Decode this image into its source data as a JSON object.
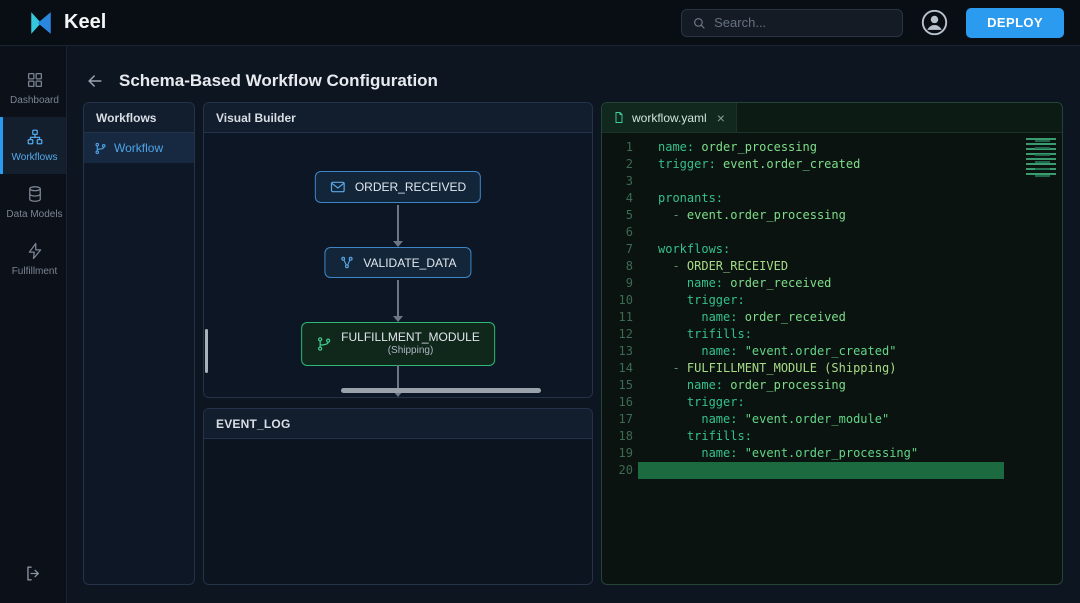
{
  "topbar": {
    "brand": "Keel",
    "search_placeholder": "Search...",
    "deploy_label": "DEPLOY"
  },
  "sidebar": {
    "items": [
      {
        "label": "Dashboard",
        "active": false
      },
      {
        "label": "Workflows",
        "active": true
      },
      {
        "label": "Data Models",
        "active": false
      },
      {
        "label": "Fulfillment",
        "active": false
      }
    ]
  },
  "page": {
    "title": "Schema-Based Workflow Configuration"
  },
  "workflows_panel": {
    "title": "Workflows",
    "items": [
      {
        "label": "Workflow"
      }
    ]
  },
  "builder": {
    "title": "Visual Builder",
    "nodes": [
      {
        "label": "ORDER_RECEIVED",
        "color": "blue",
        "icon": "mail-icon"
      },
      {
        "label": "VALIDATE_DATA",
        "color": "blue",
        "icon": "share-icon"
      },
      {
        "label": "FULFILLMENT_MODULE",
        "sublabel": "(Shipping)",
        "color": "green",
        "icon": "git-branch-icon"
      }
    ]
  },
  "event_log": {
    "title": "EVENT_LOG"
  },
  "editor": {
    "tab": "workflow.yaml",
    "close_label": "×",
    "lines": [
      {
        "n": 1,
        "tokens": [
          [
            "k",
            "name:"
          ],
          [
            "v",
            " order_processing"
          ]
        ]
      },
      {
        "n": 2,
        "tokens": [
          [
            "k",
            "trigger:"
          ],
          [
            "v",
            " event.order_created"
          ]
        ]
      },
      {
        "n": 3,
        "tokens": []
      },
      {
        "n": 4,
        "tokens": [
          [
            "k",
            "pronants:"
          ]
        ]
      },
      {
        "n": 5,
        "tokens": [
          [
            "d",
            "  - "
          ],
          [
            "v",
            "event.order_processing"
          ]
        ]
      },
      {
        "n": 6,
        "tokens": []
      },
      {
        "n": 7,
        "tokens": [
          [
            "k",
            "workflows:"
          ]
        ]
      },
      {
        "n": 8,
        "tokens": [
          [
            "d",
            "  - "
          ],
          [
            "c",
            "ORDER_RECEIVED"
          ]
        ]
      },
      {
        "n": 9,
        "tokens": [
          [
            "p",
            "    "
          ],
          [
            "k",
            "name:"
          ],
          [
            "v",
            " order_received"
          ]
        ]
      },
      {
        "n": 10,
        "tokens": [
          [
            "p",
            "    "
          ],
          [
            "k",
            "trigger:"
          ]
        ]
      },
      {
        "n": 11,
        "tokens": [
          [
            "p",
            "      "
          ],
          [
            "k",
            "name:"
          ],
          [
            "v",
            " order_received"
          ]
        ]
      },
      {
        "n": 12,
        "tokens": [
          [
            "p",
            "    "
          ],
          [
            "k",
            "trifills:"
          ]
        ]
      },
      {
        "n": 13,
        "tokens": [
          [
            "p",
            "      "
          ],
          [
            "k",
            "name:"
          ],
          [
            "s",
            " \"event.order_created\""
          ]
        ]
      },
      {
        "n": 14,
        "tokens": [
          [
            "d",
            "  - "
          ],
          [
            "c",
            "FULFILLMENT_MODULE (Shipping)"
          ]
        ]
      },
      {
        "n": 15,
        "tokens": [
          [
            "p",
            "    "
          ],
          [
            "k",
            "name:"
          ],
          [
            "v",
            " order_processing"
          ]
        ]
      },
      {
        "n": 16,
        "tokens": [
          [
            "p",
            "    "
          ],
          [
            "k",
            "trigger:"
          ]
        ]
      },
      {
        "n": 17,
        "tokens": [
          [
            "p",
            "      "
          ],
          [
            "k",
            "name:"
          ],
          [
            "s",
            " \"event.order_module\""
          ]
        ]
      },
      {
        "n": 18,
        "tokens": [
          [
            "p",
            "    "
          ],
          [
            "k",
            "trifills:"
          ]
        ]
      },
      {
        "n": 19,
        "tokens": [
          [
            "p",
            "      "
          ],
          [
            "k",
            "name:"
          ],
          [
            "s",
            " \"event.order_processing\""
          ]
        ]
      },
      {
        "n": 20,
        "tokens": [],
        "highlight": true
      }
    ]
  },
  "colors": {
    "accent_blue": "#2b9bf0",
    "node_blue_border": "#3e86c8",
    "node_green_border": "#2eb874",
    "code_key": "#35c08e",
    "code_value": "#7fdd8b",
    "highlight_line": "#1c6b40"
  }
}
